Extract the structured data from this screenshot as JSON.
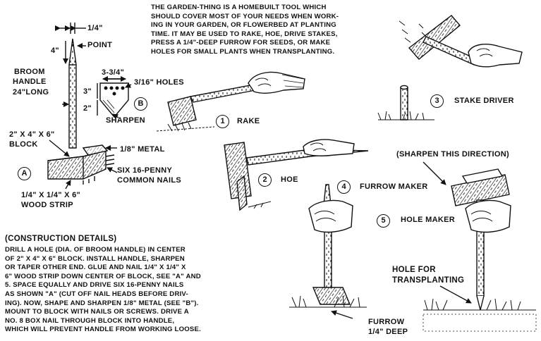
{
  "intro": [
    "THE GARDEN-THING IS A HOMEBUILT TOOL WHICH",
    "SHOULD COVER MOST OF YOUR NEEDS WHEN WORK-",
    "ING IN YOUR GARDEN, OR FLOWERBED AT PLANTING",
    "TIME. IT MAY BE USED TO RAKE, HOE, DRIVE STAKES,",
    "PRESS A 1/4\"-DEEP FURROW FOR SEEDS, OR MAKE",
    "HOLES FOR SMALL PLANTS WHEN TRANSPLANTING."
  ],
  "construction": {
    "heading": "(CONSTRUCTION DETAILS)",
    "lines": [
      "DRILL A HOLE (DIA. OF BROOM HANDLE) IN CENTER",
      "OF 2\" X 4\" X 6\" BLOCK. INSTALL HANDLE, SHARPEN",
      "OR TAPER OTHER END. GLUE AND NAIL 1/4\" X 1/4\" X",
      "6\" WOOD STRIP DOWN CENTER OF BLOCK, SEE \"A\" AND",
      "5. SPACE EQUALLY AND DRIVE SIX 16-PENNY NAILS",
      "AS SHOWN \"A\" (CUT OFF NAIL HEADS BEFORE DRIV-",
      "ING). NOW, SHAPE AND SHARPEN 1/8\" METAL (SEE \"B\").",
      "MOUNT TO BLOCK WITH NAILS OR SCREWS. DRIVE A",
      "NO. 8 BOX NAIL THROUGH BLOCK INTO HANDLE,",
      "WHICH WILL PREVENT HANDLE FROM WORKING LOOSE."
    ]
  },
  "tool": {
    "width_quarter": "1/4\"",
    "point_length": "4\"",
    "point": "POINT",
    "handle_line1": "BROOM",
    "handle_line2": "HANDLE",
    "handle_line3": "24\"LONG",
    "block_line1": "2\" X 4\" X 6\"",
    "block_line2": "BLOCK",
    "metal": "1/8\" METAL",
    "nails_line1": "SIX 16-PENNY",
    "nails_line2": "COMMON NAILS",
    "strip_line1": "1/4\" X 1/4\" X 6\"",
    "strip_line2": "WOOD STRIP",
    "circle_a": "A"
  },
  "blade": {
    "width": "3-3/4\"",
    "holes": "3/16\" HOLES",
    "height_top": "3\"",
    "height_bottom": "2\"",
    "sharpen": "SHARPEN",
    "circle_b": "B"
  },
  "uses": {
    "rake_num": "1",
    "rake": "RAKE",
    "hoe_num": "2",
    "hoe": "HOE",
    "stake_num": "3",
    "stake": "STAKE DRIVER",
    "furrow_num": "4",
    "furrow": "FURROW MAKER",
    "hole_num": "5",
    "hole": "HOLE MAKER",
    "sharpen_dir": "(SHARPEN THIS DIRECTION)",
    "hole_for1": "HOLE FOR",
    "hole_for2": "TRANSPLANTING",
    "furrow_deep1": "FURROW",
    "furrow_deep2": "1/4\" DEEP"
  }
}
